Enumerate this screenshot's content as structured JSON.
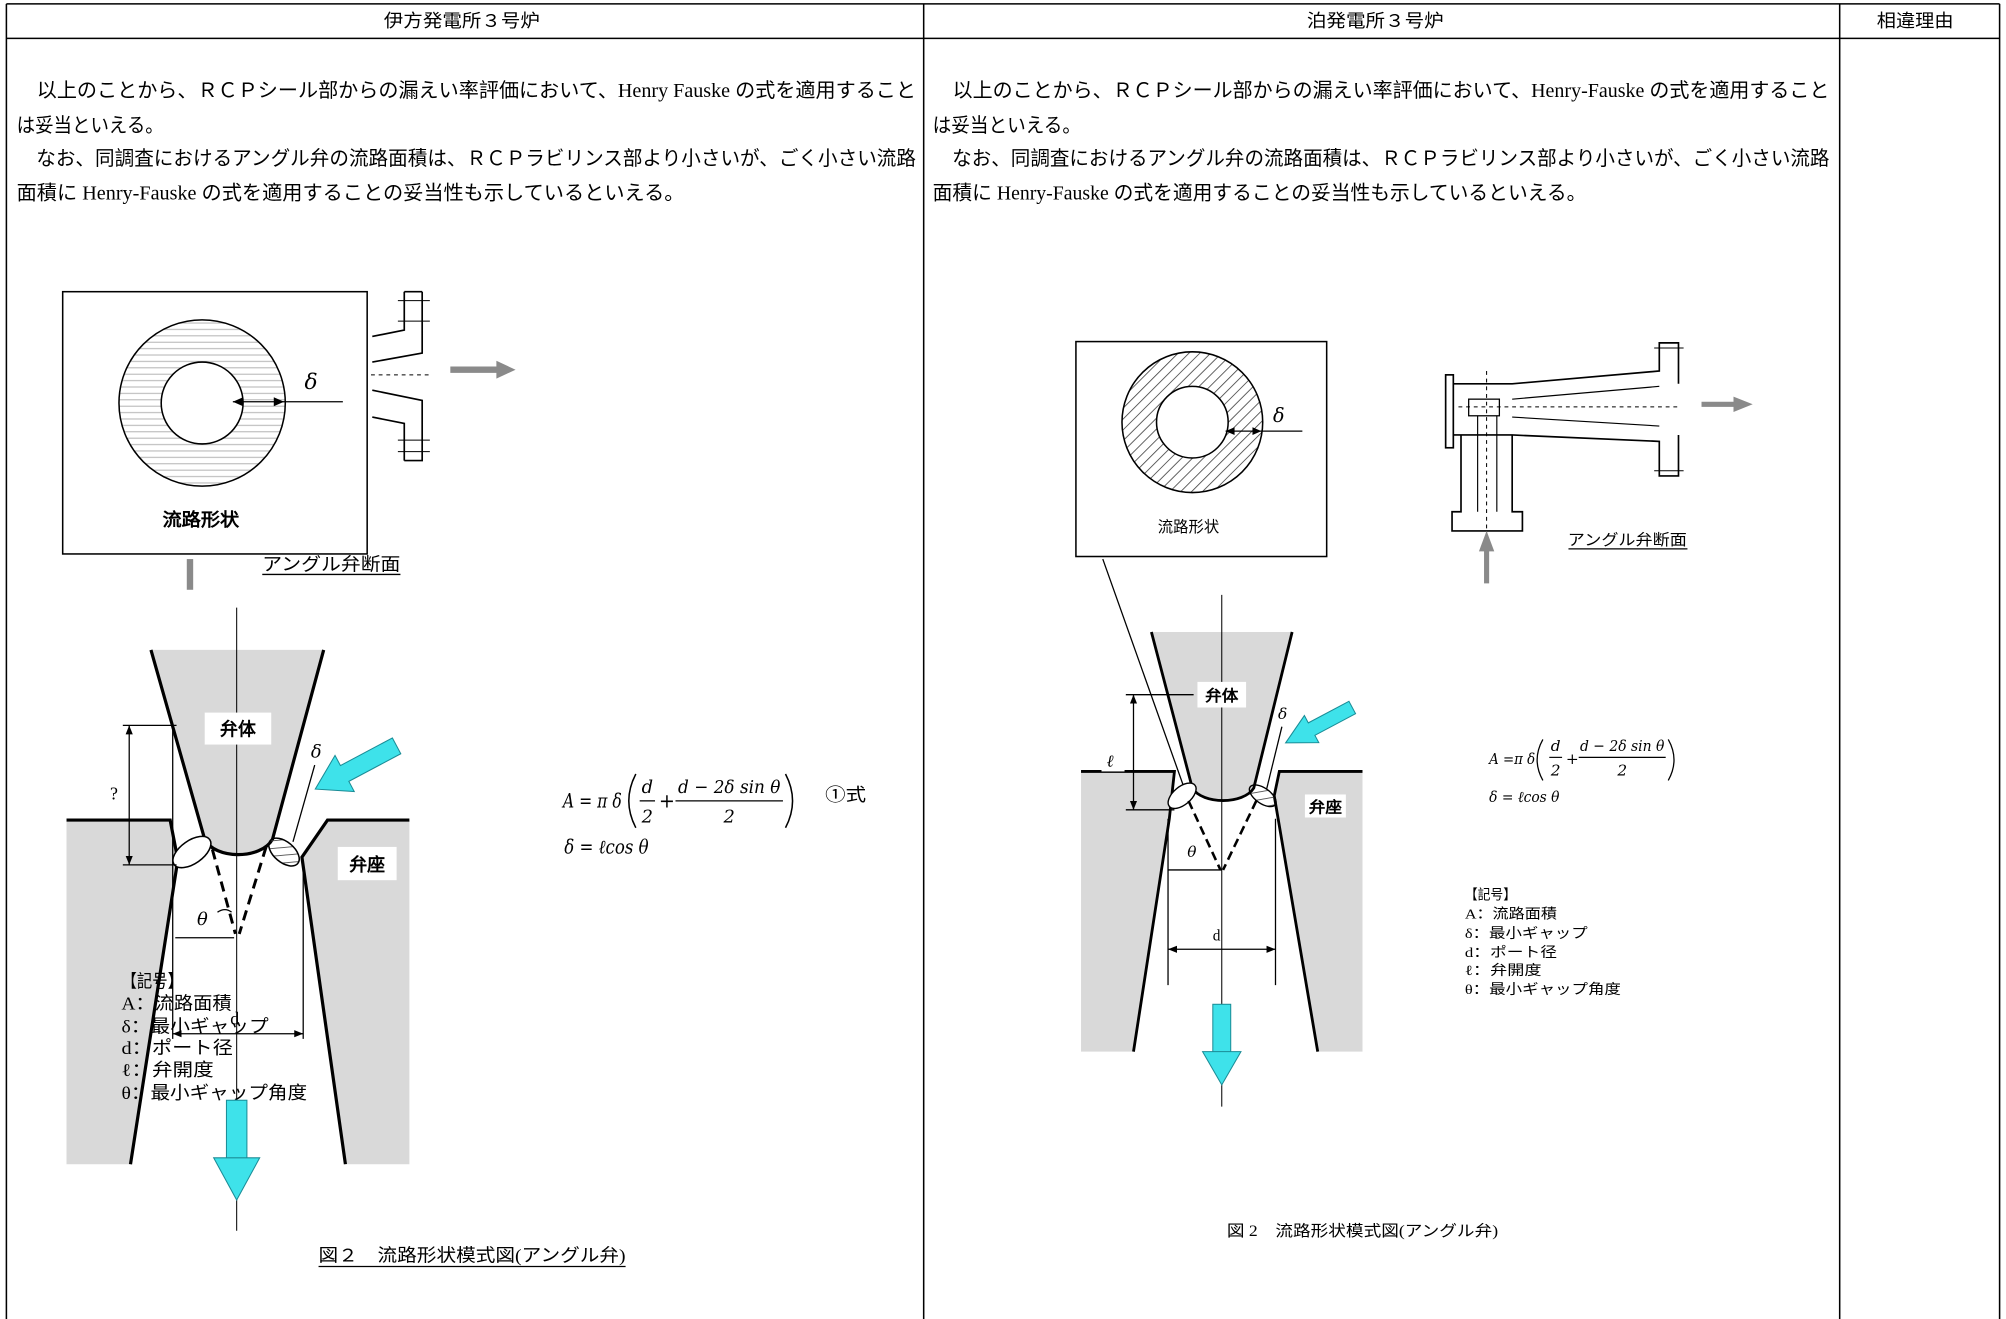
{
  "header": {
    "left": "伊方発電所３号炉",
    "middle": "泊発電所３号炉",
    "right": "相違理由"
  },
  "ikata": {
    "paragraph": [
      "　以上のことから、ＲＣＰシール部からの漏えい率評価において、Henry Fauske の式を適用すること",
      "は妥当といえる。",
      "　なお、同調査におけるアングル弁の流路面積は、ＲＣＰラビリンス部より小さいが、ごく小さい流路",
      "面積に Henry-Fauske の式を適用することの妥当性も示しているといえる。"
    ],
    "figure": {
      "cross_section_title": "流路形状",
      "angle_valve_title": "アングル弁断面",
      "delta": "δ",
      "body": "弁体",
      "seat": "弁座",
      "theta": "θ",
      "port": "d",
      "lift": "?",
      "legend_title": "【記号】",
      "legend": [
        "A：流路面積",
        "δ：最小ギャップ",
        "d：ポート径",
        "ℓ：弁開度",
        "θ：最小ギャップ角度"
      ],
      "formula": {
        "lhs": "A = π δ",
        "frac1_num": "d",
        "frac1_den": "2",
        "plus": "+",
        "frac2_num": "d − 2δ sin θ",
        "frac2_den": "2",
        "line2": "δ = ℓcos θ",
        "tag": "①式"
      },
      "caption": "図２　流路形状模式図(アングル弁)"
    }
  },
  "tomari": {
    "paragraph": [
      "　以上のことから、ＲＣＰシール部からの漏えい率評価において、Henry-Fauske の式を適用すること",
      "は妥当といえる。",
      "　なお、同調査におけるアングル弁の流路面積は、ＲＣＰラビリンス部より小さいが、ごく小さい流路",
      "面積に Henry-Fauske の式を適用することの妥当性も示しているといえる。"
    ],
    "figure": {
      "cross_section_title": "流路形状",
      "angle_valve_title": "アングル弁断面",
      "delta": "δ",
      "body": "弁体",
      "seat": "弁座",
      "theta": "θ",
      "port": "d",
      "lift": "ℓ",
      "legend_title": "【記号】",
      "legend": [
        "A：流路面積",
        "δ：最小ギャップ",
        "d：ポート径",
        "ℓ：弁開度",
        "θ：最小ギャップ角度"
      ],
      "formula": {
        "lhs": "A =π δ",
        "frac1_num": "d",
        "frac1_den": "2",
        "plus": "+",
        "frac2_num": "d − 2δ sin θ",
        "frac2_den": "2",
        "line2": "δ = ℓcos θ"
      },
      "caption": "図 2　流路形状模式図(アングル弁)"
    }
  },
  "colors": {
    "flow_arrow": "#3ee2ea",
    "gray_fill": "#d9d9d9",
    "direction_arrow": "#8a8a8a"
  }
}
